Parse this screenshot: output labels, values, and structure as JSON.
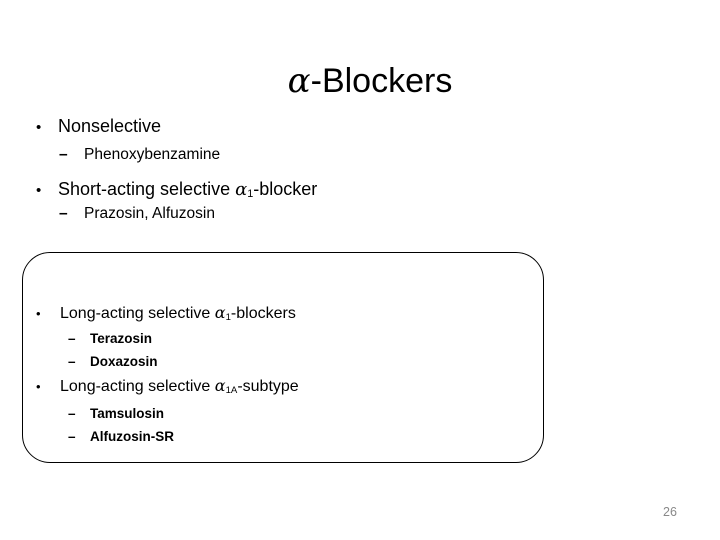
{
  "slide": {
    "title": {
      "alpha": "a",
      "rest": "-Blockers"
    },
    "outside": [
      {
        "marker": "•",
        "text": "Nonselective"
      },
      {
        "marker": "–",
        "text": "Phenoxybenzamine"
      },
      {
        "marker": "•",
        "pre": "Short-acting selective ",
        "alpha": "a",
        "sub": "1",
        "post": "-blocker"
      },
      {
        "marker": "–",
        "text": "Prazosin, Alfuzosin"
      }
    ],
    "box": [
      {
        "marker": "•",
        "pre": "Long-acting selective ",
        "alpha": "a",
        "sub": "1",
        "post": "-blockers"
      },
      {
        "marker": "–",
        "text": "Terazosin"
      },
      {
        "marker": "–",
        "text": "Doxazosin"
      },
      {
        "marker": "•",
        "pre": "Long-acting selective ",
        "alpha": "a",
        "sub": "1A",
        "post": "-subtype"
      },
      {
        "marker": "–",
        "text": "Tamsulosin"
      },
      {
        "marker": "–",
        "text": "Alfuzosin-SR"
      }
    ],
    "page_number": "26",
    "colors": {
      "background": "#ffffff",
      "text": "#000000",
      "box_border": "#000000",
      "page_number": "#898989"
    }
  }
}
